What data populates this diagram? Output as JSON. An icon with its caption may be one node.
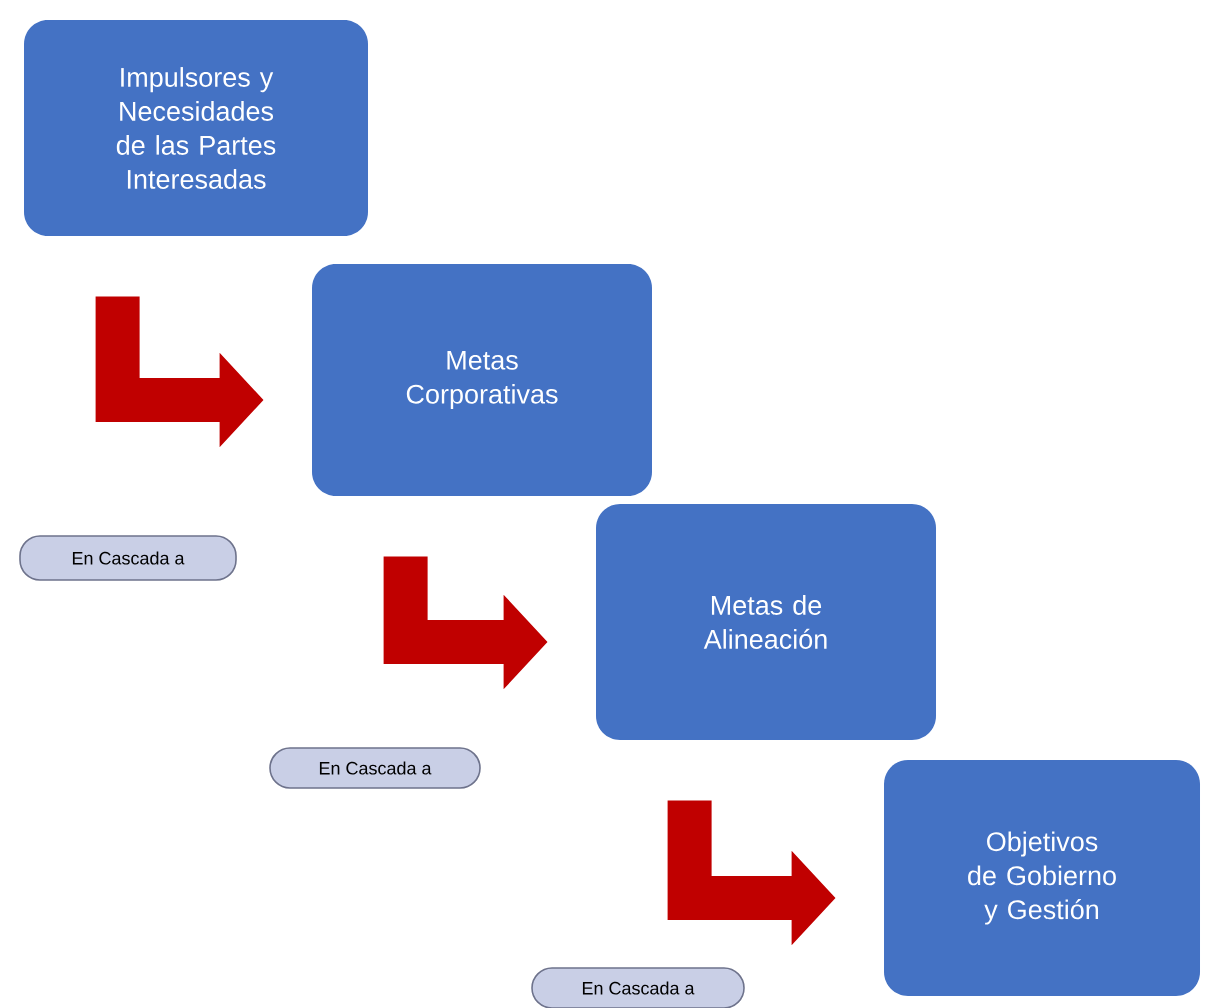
{
  "diagram": {
    "nodes": [
      {
        "text": [
          "Impulsores y Necesidades de las Partes Interesadas"
        ]
      },
      {
        "text": [
          "Metas Corporativas"
        ]
      },
      {
        "text": [
          "Metas de Alineación"
        ]
      },
      {
        "text": [
          "Objetivos de Gobierno y Gestión"
        ]
      },
      {
        "text": [
          "En Cascada a"
        ]
      },
      {
        "text": [
          "En Cascada a"
        ]
      },
      {
        "text": [
          "En Cascada a"
        ]
      }
    ],
    "edges": [
      {
        "from": 0,
        "to": 1,
        "arrow": "to"
      },
      {
        "from": 1,
        "to": 2,
        "arrow": "to"
      },
      {
        "from": 2,
        "to": 3,
        "arrow": "to"
      }
    ]
  }
}
